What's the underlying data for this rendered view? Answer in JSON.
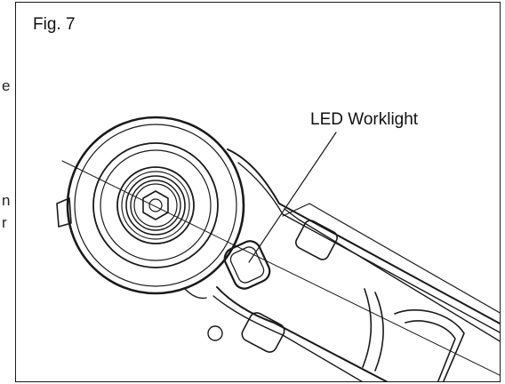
{
  "margin_fragments": [
    "e",
    "n",
    "r"
  ],
  "figure": {
    "label": "Fig. 7",
    "callout": "LED Worklight"
  },
  "colors": {
    "line": "#1a1a1a",
    "background": "#ffffff"
  }
}
